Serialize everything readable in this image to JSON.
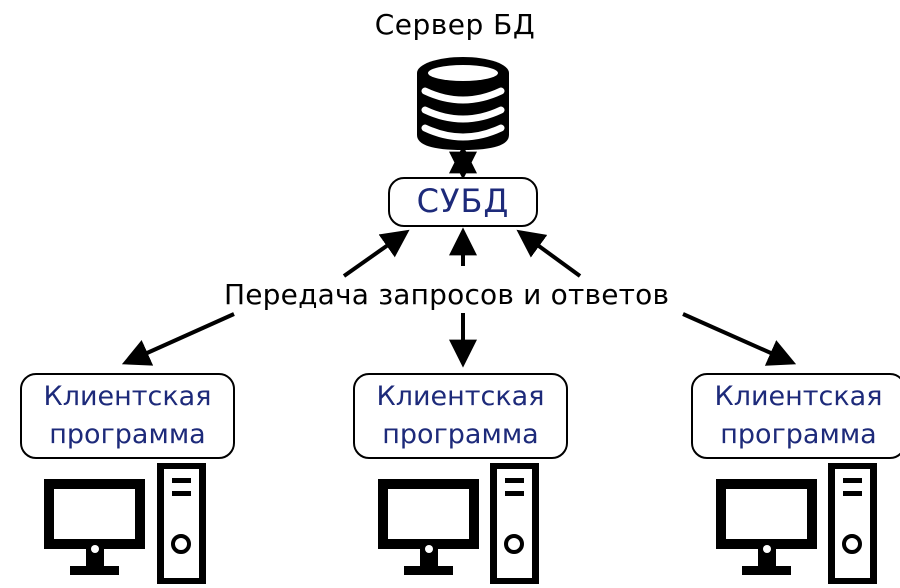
{
  "server": {
    "title": "Сервер БД",
    "icon": "database-icon"
  },
  "dbms": {
    "label": "СУБД"
  },
  "connection": {
    "label": "Передача запросов и ответов"
  },
  "clients": [
    {
      "line1": "Клиентская",
      "line2": "программа",
      "icon": "computer-icon"
    },
    {
      "line1": "Клиентская",
      "line2": "программа",
      "icon": "computer-icon"
    },
    {
      "line1": "Клиентская",
      "line2": "программа",
      "icon": "computer-icon"
    }
  ],
  "colors": {
    "text": "#000000",
    "box_text": "#1d2a7a",
    "stroke": "#000000",
    "background": "#ffffff"
  }
}
